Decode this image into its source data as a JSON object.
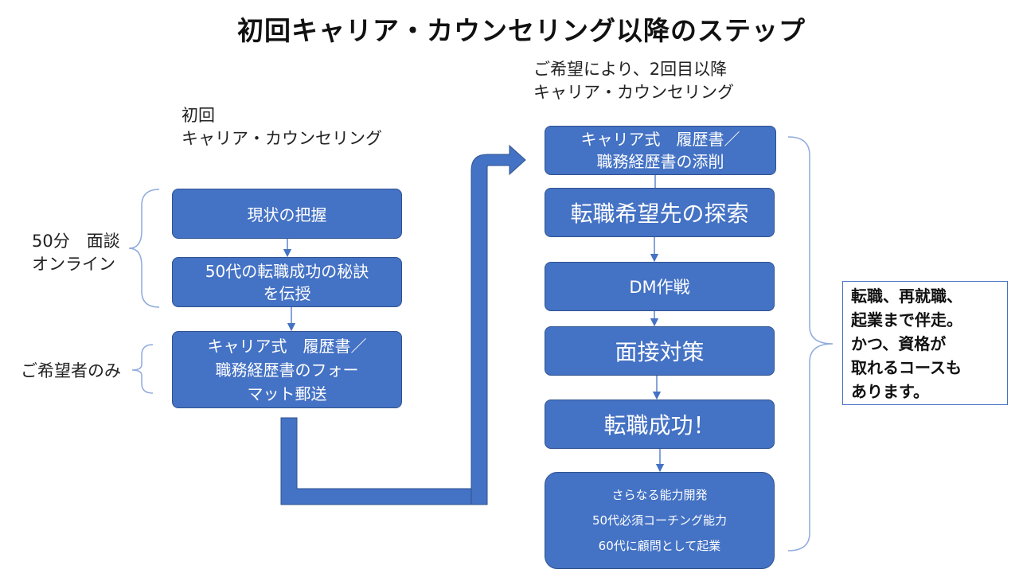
{
  "title": "初回キャリア・カウンセリング以降のステップ",
  "left_section": {
    "heading": "初回\nキャリア・カウンセリング",
    "bracket_label_1": "50分　面談\nオンライン",
    "bracket_label_2": "ご希望者のみ",
    "steps": [
      "現状の把握",
      "50代の転職成功の秘訣\nを伝授",
      "キャリア式　履歴書／\n職務経歴書のフォー\nマット郵送"
    ]
  },
  "right_section": {
    "heading": "ご希望により、2回目以降\nキャリア・カウンセリング",
    "steps": [
      "キャリア式　履歴書／\n職務経歴書の添削",
      "転職希望先の探索",
      "DM作戦",
      "面接対策",
      "転職成功！"
    ],
    "final_box_lines": [
      "さらなる能力開発",
      "50代必須コーチング能力",
      "60代に顧問として起業"
    ]
  },
  "note": "転職、再就職、\n起業まで伴走。\nかつ、資格が\n取れるコースも\nあります。",
  "colors": {
    "box_fill": "#4472C4",
    "box_border": "#2F528F",
    "bracket": "#8FAADC"
  }
}
